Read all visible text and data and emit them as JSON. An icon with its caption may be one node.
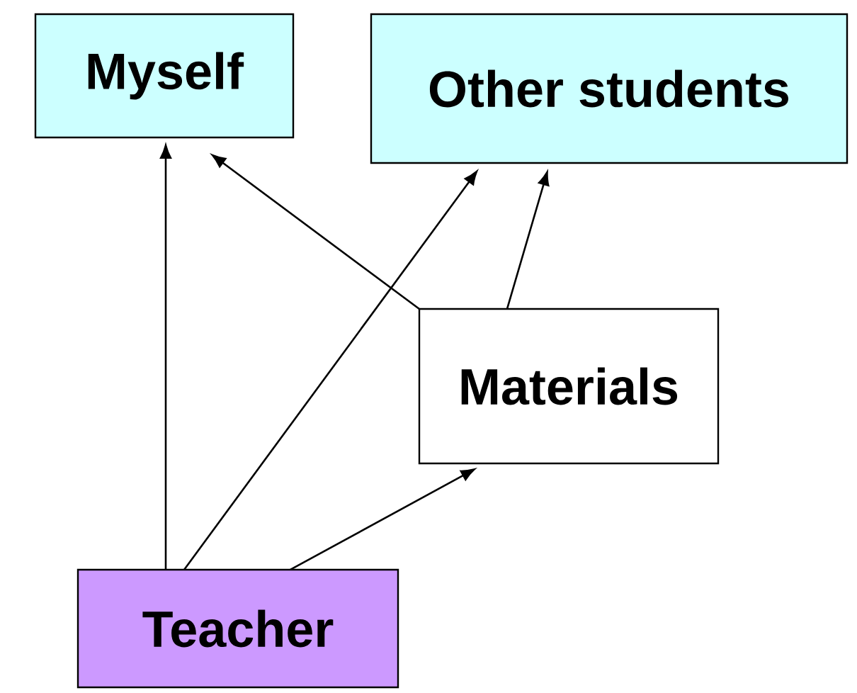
{
  "diagram": {
    "nodes": [
      {
        "text": [
          "Myself"
        ]
      },
      {
        "text": [
          "Other students"
        ]
      },
      {
        "text": [
          "Materials"
        ]
      },
      {
        "text": [
          "Teacher"
        ]
      }
    ],
    "edges": [
      {
        "from": 3,
        "to": 0,
        "arrow": "to"
      },
      {
        "from": 3,
        "to": 1,
        "arrow": "to"
      },
      {
        "from": 3,
        "to": 2,
        "arrow": "to"
      },
      {
        "from": 2,
        "to": 0,
        "arrow": "to"
      },
      {
        "from": 2,
        "to": 1,
        "arrow": "to"
      }
    ]
  }
}
